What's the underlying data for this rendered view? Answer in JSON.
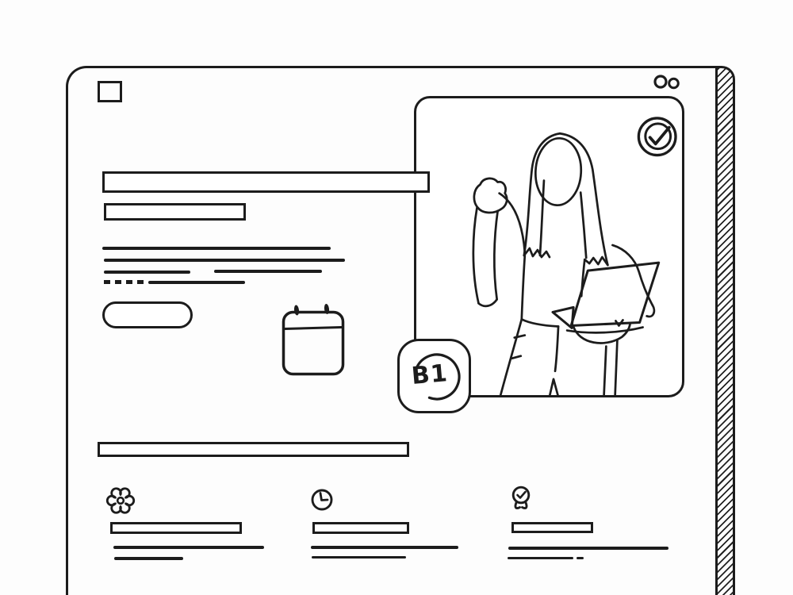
{
  "colors": {
    "ink": "#1c1c1c",
    "paper": "#fdfdfd"
  },
  "window": {
    "logo_icon": "square-logo",
    "controls": [
      {
        "icon": "dot-circle"
      },
      {
        "icon": "dot-circle"
      }
    ]
  },
  "hero": {
    "illustration": "woman-celebrating-with-laptop",
    "verified_icon": "checkmark-circle",
    "level_badge": {
      "label": "B1"
    }
  },
  "main": {
    "title_bar": "placeholder-bar",
    "subtitle_bar": "placeholder-bar",
    "paragraph_line_count": 4,
    "cta_button": "pill-button",
    "calendar_icon": "calendar"
  },
  "features": {
    "section_bar": "placeholder-bar",
    "items": [
      {
        "icon": "gear-flower",
        "title_bar": "placeholder-bar",
        "line_count": 2
      },
      {
        "icon": "clock",
        "title_bar": "placeholder-bar",
        "line_count": 2
      },
      {
        "icon": "ribbon-medal",
        "title_bar": "placeholder-bar",
        "line_count": 2
      }
    ]
  }
}
